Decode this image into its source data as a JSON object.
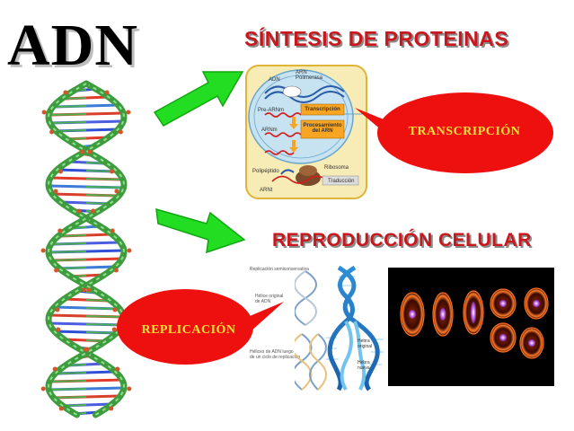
{
  "title": "ADN",
  "sections": {
    "protein_synthesis": {
      "heading": "SÍNTESIS DE PROTEINAS"
    },
    "cell_reproduction": {
      "heading": "REPRODUCCIÓN  CELULAR"
    }
  },
  "callouts": {
    "transcription": "TRANSCRIPCIÓN",
    "replication": "REPLICACIÓN"
  },
  "transcription_diagram": {
    "labels": {
      "adn": "ADN",
      "arn_polimerasa": "ARN\nPolimerasa",
      "pre_arnm": "Pre-ARNm",
      "arnm": "ARNm",
      "transcripcion_box": "Transcripción",
      "procesamiento_box": "Procesamiento\ndel ARN",
      "ribosoma": "Ribosoma",
      "polipeptido": "Polipéptido",
      "arnt": "ARNt",
      "traduccion": "Traducción"
    }
  },
  "replication_diagram": {
    "labels": {
      "semiconservativa": "Replicación semiconservativa",
      "helice_original": "Hélice original\nde ADN",
      "helices_luego": "Hélices de ADN luego\nde un ciclo de replicación",
      "hebra_original": "Hebra\noriginal",
      "hebra_nueva": "Hebra\nnueva"
    }
  },
  "colors": {
    "heading_red": "#c8181e",
    "callout_red": "#ee0f0f",
    "callout_text": "#f4e23a",
    "arrow_green": "#22dd22",
    "cell_panel_bg": "#f7ecb5",
    "micro_bg": "#000000"
  },
  "icons": [
    "dna-helix-icon",
    "arrow-right-icon",
    "ribosome-icon",
    "cell-icon"
  ]
}
